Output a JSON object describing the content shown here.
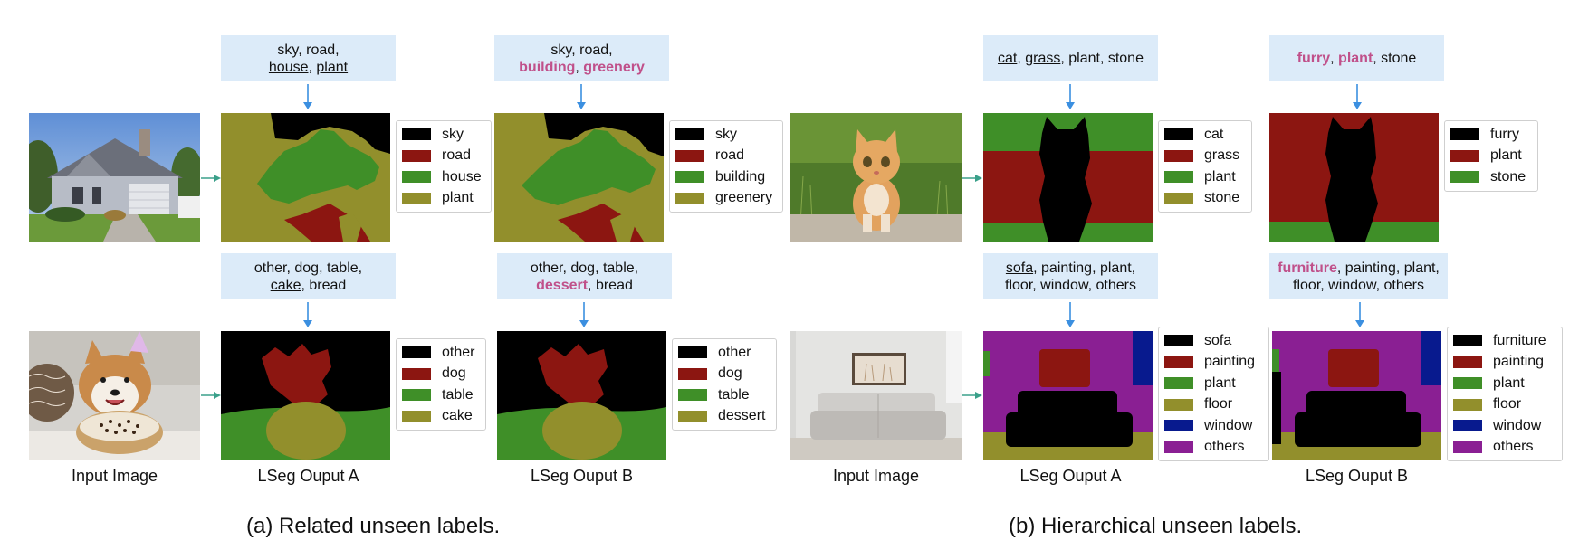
{
  "colors": {
    "black": "#000000",
    "red": "#8c1611",
    "green": "#3f8f28",
    "olive": "#928f2c",
    "blue": "#081a8e",
    "purple": "#8a1f93",
    "prompt_bg": "#dcebf9",
    "highlight": "#c0508a",
    "arrow": "#3b8fe0",
    "side_arrow": "#3aa08a"
  },
  "prompts": {
    "house_a": [
      [
        {
          "t": "sky, road,",
          "s": "n"
        }
      ],
      [
        {
          "t": "house",
          "s": "u"
        },
        {
          "t": ", ",
          "s": "n"
        },
        {
          "t": "plant",
          "s": "u"
        }
      ]
    ],
    "house_b": [
      [
        {
          "t": "sky, road,",
          "s": "n"
        }
      ],
      [
        {
          "t": "building",
          "s": "h"
        },
        {
          "t": ", ",
          "s": "n"
        },
        {
          "t": "greenery",
          "s": "h"
        }
      ]
    ],
    "dog_a": [
      [
        {
          "t": "other, dog, table,",
          "s": "n"
        }
      ],
      [
        {
          "t": "cake",
          "s": "u"
        },
        {
          "t": ", bread",
          "s": "n"
        }
      ]
    ],
    "dog_b": [
      [
        {
          "t": "other, dog, table,",
          "s": "n"
        }
      ],
      [
        {
          "t": "dessert",
          "s": "h"
        },
        {
          "t": ", bread",
          "s": "n"
        }
      ]
    ],
    "cat_a": [
      [
        {
          "t": "cat",
          "s": "u"
        },
        {
          "t": ", ",
          "s": "n"
        },
        {
          "t": "grass",
          "s": "u"
        },
        {
          "t": ", plant, stone",
          "s": "n"
        }
      ]
    ],
    "cat_b": [
      [
        {
          "t": "furry",
          "s": "h"
        },
        {
          "t": ", ",
          "s": "n"
        },
        {
          "t": "plant",
          "s": "h"
        },
        {
          "t": ", stone",
          "s": "n"
        }
      ]
    ],
    "sofa_a": [
      [
        {
          "t": "sofa",
          "s": "u"
        },
        {
          "t": ", painting, plant,",
          "s": "n"
        }
      ],
      [
        {
          "t": "floor, window, others",
          "s": "n"
        }
      ]
    ],
    "sofa_b": [
      [
        {
          "t": "furniture",
          "s": "h"
        },
        {
          "t": ", painting, plant,",
          "s": "n"
        }
      ],
      [
        {
          "t": "floor, window, others",
          "s": "n"
        }
      ]
    ]
  },
  "legends": {
    "house_a": [
      {
        "label": "sky",
        "color": "#000000"
      },
      {
        "label": "road",
        "color": "#8c1611"
      },
      {
        "label": "house",
        "color": "#3f8f28"
      },
      {
        "label": "plant",
        "color": "#928f2c"
      }
    ],
    "house_b": [
      {
        "label": "sky",
        "color": "#000000"
      },
      {
        "label": "road",
        "color": "#8c1611"
      },
      {
        "label": "building",
        "color": "#3f8f28"
      },
      {
        "label": "greenery",
        "color": "#928f2c"
      }
    ],
    "dog_a": [
      {
        "label": "other",
        "color": "#000000"
      },
      {
        "label": "dog",
        "color": "#8c1611"
      },
      {
        "label": "table",
        "color": "#3f8f28"
      },
      {
        "label": "cake",
        "color": "#928f2c"
      }
    ],
    "dog_b": [
      {
        "label": "other",
        "color": "#000000"
      },
      {
        "label": "dog",
        "color": "#8c1611"
      },
      {
        "label": "table",
        "color": "#3f8f28"
      },
      {
        "label": "dessert",
        "color": "#928f2c"
      }
    ],
    "cat_a": [
      {
        "label": "cat",
        "color": "#000000"
      },
      {
        "label": "grass",
        "color": "#8c1611"
      },
      {
        "label": "plant",
        "color": "#3f8f28"
      },
      {
        "label": "stone",
        "color": "#928f2c"
      }
    ],
    "cat_b": [
      {
        "label": "furry",
        "color": "#000000"
      },
      {
        "label": "plant",
        "color": "#8c1611"
      },
      {
        "label": "stone",
        "color": "#3f8f28"
      }
    ],
    "sofa_a": [
      {
        "label": "sofa",
        "color": "#000000"
      },
      {
        "label": "painting",
        "color": "#8c1611"
      },
      {
        "label": "plant",
        "color": "#3f8f28"
      },
      {
        "label": "floor",
        "color": "#928f2c"
      },
      {
        "label": "window",
        "color": "#081a8e"
      },
      {
        "label": "others",
        "color": "#8a1f93"
      }
    ],
    "sofa_b": [
      {
        "label": "furniture",
        "color": "#000000"
      },
      {
        "label": "painting",
        "color": "#8c1611"
      },
      {
        "label": "plant",
        "color": "#3f8f28"
      },
      {
        "label": "floor",
        "color": "#928f2c"
      },
      {
        "label": "window",
        "color": "#081a8e"
      },
      {
        "label": "others",
        "color": "#8a1f93"
      }
    ]
  },
  "captions": {
    "input_left": "Input Image",
    "out_a_left": "LSeg Ouput A",
    "out_b_left": "LSeg Ouput B",
    "input_right": "Input Image",
    "out_a_right": "LSeg Ouput A",
    "out_b_right": "LSeg Ouput B"
  },
  "subcaptions": {
    "a": "(a) Related unseen labels.",
    "b": "(b) Hierarchical unseen labels."
  }
}
